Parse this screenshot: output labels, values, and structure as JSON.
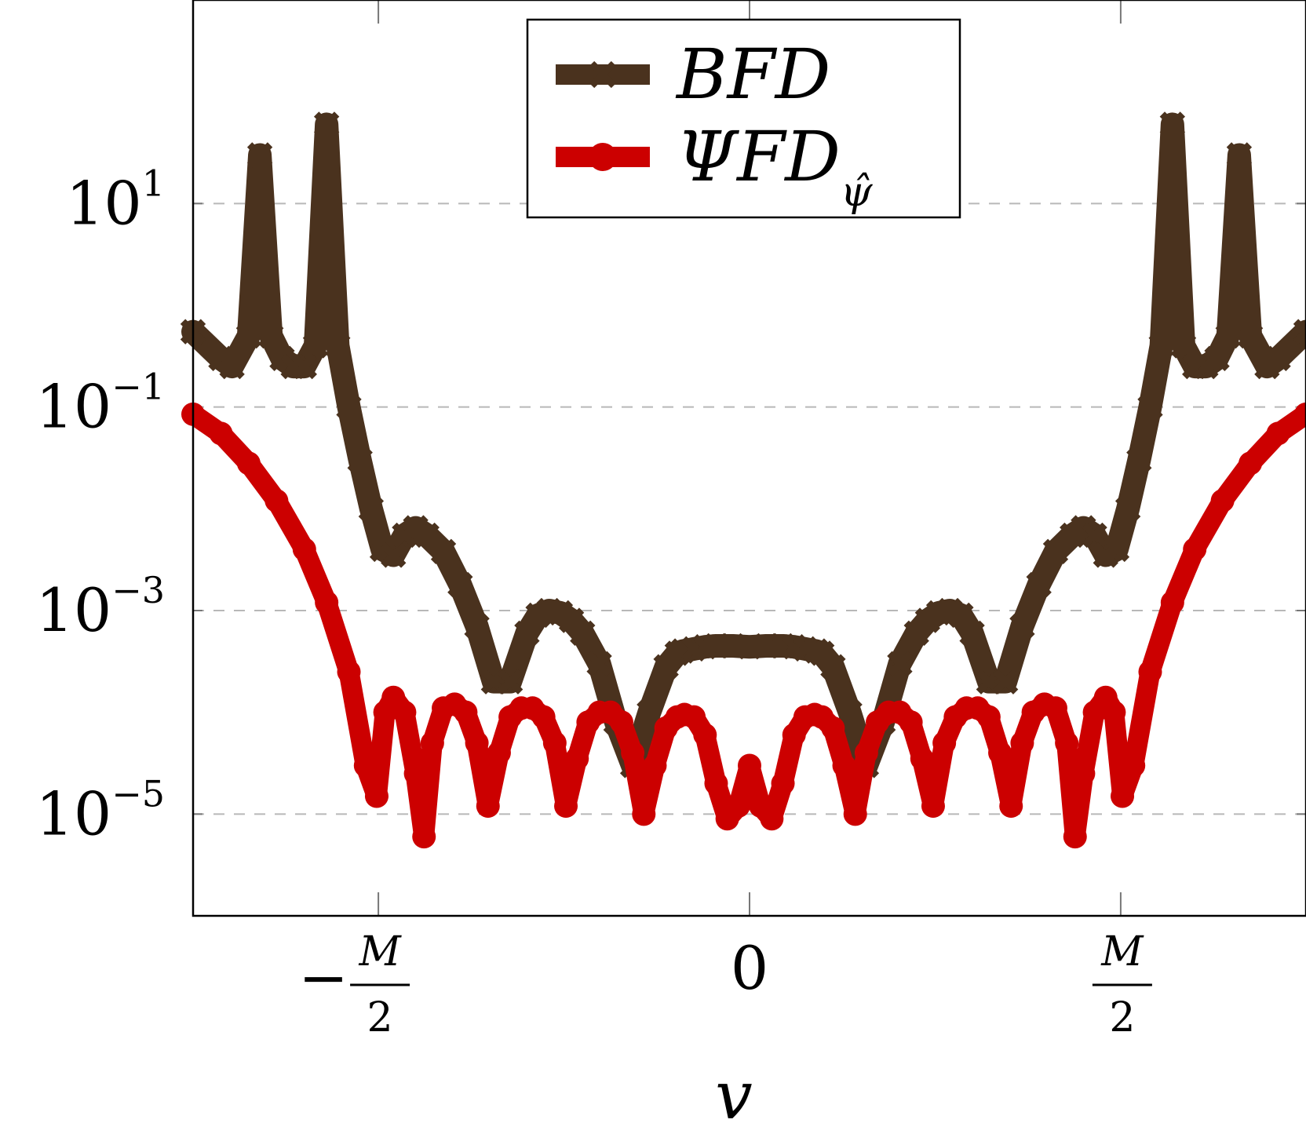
{
  "chart_data": {
    "type": "line",
    "title": "",
    "xlabel": "v",
    "ylabel": "",
    "yscale": "log",
    "ylim": [
      1e-06,
      1000
    ],
    "xlim": [
      -1,
      1
    ],
    "grid": "horizontal-dashed",
    "legend_placement": "top-center",
    "y_ticks": [
      {
        "base": "10",
        "exp": "1",
        "value": 10
      },
      {
        "base": "10",
        "exp": "−1",
        "value": 0.1
      },
      {
        "base": "10",
        "exp": "−3",
        "value": 0.001
      },
      {
        "base": "10",
        "exp": "−5",
        "value": 1e-05
      }
    ],
    "x_ticks": [
      {
        "value": -0.667,
        "sign": "−",
        "numerator": "M",
        "denominator": "2"
      },
      {
        "value": 0,
        "text": "0"
      },
      {
        "value": 0.667,
        "sign": "",
        "numerator": "M",
        "denominator": "2"
      }
    ],
    "series": [
      {
        "name": "BFD",
        "legend_main": "BFD",
        "legend_sub": "",
        "color": "#4a321e",
        "marker": "x",
        "x": [
          -1.0,
          -0.95,
          -0.93,
          -0.9,
          -0.88,
          -0.86,
          -0.84,
          -0.82,
          -0.8,
          -0.78,
          -0.76,
          -0.74,
          -0.72,
          -0.7,
          -0.68,
          -0.66,
          -0.64,
          -0.62,
          -0.6,
          -0.58,
          -0.55,
          -0.52,
          -0.49,
          -0.46,
          -0.43,
          -0.4,
          -0.38,
          -0.36,
          -0.34,
          -0.32,
          -0.3,
          -0.27,
          -0.24,
          -0.21,
          -0.18,
          -0.15,
          -0.13,
          -0.12,
          -0.1,
          -0.08,
          -0.06,
          -0.03,
          0.0,
          0.03,
          0.06,
          0.08,
          0.1,
          0.12,
          0.13,
          0.15,
          0.18,
          0.21,
          0.24,
          0.27,
          0.3,
          0.32,
          0.34,
          0.36,
          0.38,
          0.4,
          0.43,
          0.46,
          0.49,
          0.52,
          0.55,
          0.58,
          0.6,
          0.62,
          0.64,
          0.66,
          0.68,
          0.7,
          0.72,
          0.74,
          0.76,
          0.78,
          0.8,
          0.82,
          0.84,
          0.86,
          0.88,
          0.9,
          0.93,
          0.95,
          1.0
        ],
        "y": [
          0.55,
          0.3,
          0.25,
          0.5,
          30,
          0.5,
          0.3,
          0.25,
          0.25,
          0.4,
          60,
          0.4,
          0.1,
          0.03,
          0.01,
          0.004,
          0.0035,
          0.0055,
          0.0065,
          0.0055,
          0.0038,
          0.0018,
          0.0007,
          0.0002,
          0.0002,
          0.0006,
          0.0009,
          0.001,
          0.00095,
          0.0008,
          0.0006,
          0.0003,
          8e-05,
          3e-05,
          0.0001,
          0.00028,
          0.00038,
          0.0004,
          0.00042,
          0.00044,
          0.00045,
          0.00045,
          0.00044,
          0.00045,
          0.00045,
          0.00044,
          0.00042,
          0.0004,
          0.00038,
          0.00028,
          0.0001,
          3e-05,
          8e-05,
          0.0003,
          0.0006,
          0.0008,
          0.00095,
          0.001,
          0.0009,
          0.0006,
          0.0002,
          0.0002,
          0.0007,
          0.0018,
          0.0038,
          0.0055,
          0.0065,
          0.0055,
          0.0035,
          0.004,
          0.01,
          0.03,
          0.1,
          0.4,
          60,
          0.4,
          0.25,
          0.25,
          0.3,
          0.5,
          30,
          0.5,
          0.25,
          0.3,
          0.55
        ]
      },
      {
        "name": "ΨFD_ψ̂",
        "legend_main": "ΨFD",
        "legend_sub": "ψ̂",
        "color": "#cc0000",
        "marker": "circle",
        "x": [
          -1.0,
          -0.95,
          -0.9,
          -0.85,
          -0.8,
          -0.76,
          -0.72,
          -0.69,
          -0.67,
          -0.655,
          -0.64,
          -0.62,
          -0.6,
          -0.585,
          -0.57,
          -0.55,
          -0.53,
          -0.51,
          -0.49,
          -0.47,
          -0.45,
          -0.43,
          -0.41,
          -0.39,
          -0.37,
          -0.35,
          -0.33,
          -0.31,
          -0.29,
          -0.27,
          -0.25,
          -0.23,
          -0.21,
          -0.19,
          -0.17,
          -0.15,
          -0.13,
          -0.117,
          -0.1,
          -0.08,
          -0.06,
          -0.04,
          -0.02,
          0.0,
          0.02,
          0.04,
          0.06,
          0.08,
          0.1,
          0.117,
          0.13,
          0.15,
          0.17,
          0.19,
          0.21,
          0.23,
          0.25,
          0.27,
          0.29,
          0.31,
          0.33,
          0.35,
          0.37,
          0.39,
          0.41,
          0.43,
          0.45,
          0.47,
          0.49,
          0.51,
          0.53,
          0.55,
          0.57,
          0.585,
          0.6,
          0.62,
          0.64,
          0.655,
          0.67,
          0.69,
          0.72,
          0.76,
          0.8,
          0.85,
          0.9,
          0.95,
          1.0
        ],
        "y": [
          0.085,
          0.055,
          0.028,
          0.012,
          0.004,
          0.0012,
          0.00025,
          3e-05,
          1.5e-05,
          0.0001,
          0.00014,
          0.0001,
          2.5e-05,
          6e-06,
          5e-05,
          0.00011,
          0.00012,
          0.0001,
          5e-05,
          1.2e-05,
          4e-05,
          9e-05,
          0.00011,
          0.00011,
          9e-05,
          5e-05,
          1.2e-05,
          3.5e-05,
          8e-05,
          0.0001,
          0.0001,
          8e-05,
          4e-05,
          1e-05,
          3e-05,
          7e-05,
          9e-05,
          9.5e-05,
          9e-05,
          6e-05,
          2e-05,
          9e-06,
          1.2e-05,
          3e-05,
          1.2e-05,
          9e-06,
          2e-05,
          6e-05,
          9e-05,
          9.5e-05,
          9e-05,
          7e-05,
          3e-05,
          1e-05,
          4e-05,
          8e-05,
          0.0001,
          0.0001,
          8e-05,
          3.5e-05,
          1.2e-05,
          5e-05,
          9e-05,
          0.00011,
          0.00011,
          9e-05,
          4e-05,
          1.2e-05,
          5e-05,
          0.0001,
          0.00012,
          0.00011,
          5e-05,
          6e-06,
          2.5e-05,
          0.0001,
          0.00014,
          0.0001,
          1.5e-05,
          3e-05,
          0.00025,
          0.0012,
          0.004,
          0.012,
          0.028,
          0.055,
          0.085
        ]
      }
    ]
  }
}
